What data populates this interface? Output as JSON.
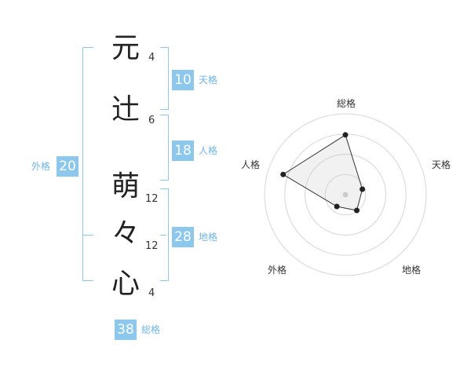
{
  "name": {
    "characters": [
      {
        "char": "元",
        "strokes": "4"
      },
      {
        "char": "辻",
        "strokes": "6"
      },
      {
        "char": "萌",
        "strokes": "12"
      },
      {
        "char": "々",
        "strokes": "12"
      },
      {
        "char": "心",
        "strokes": "4"
      }
    ]
  },
  "kakusu": {
    "tenkaku": {
      "value": "10",
      "label": "天格"
    },
    "jinkaku": {
      "value": "18",
      "label": "人格"
    },
    "chikaku": {
      "value": "28",
      "label": "地格"
    },
    "gaikaku": {
      "value": "20",
      "label": "外格"
    },
    "soukaku": {
      "value": "38",
      "label": "総格"
    }
  },
  "colors": {
    "accent": "#8cc8ee",
    "accent_text": "#6fb6e6",
    "text": "#222222"
  },
  "chart_data": {
    "type": "radar",
    "axes": [
      "総格",
      "天格",
      "地格",
      "外格",
      "人格"
    ],
    "values": [
      0.74,
      0.22,
      0.24,
      0.18,
      0.81
    ],
    "range": [
      0,
      1
    ],
    "rings": 4
  }
}
